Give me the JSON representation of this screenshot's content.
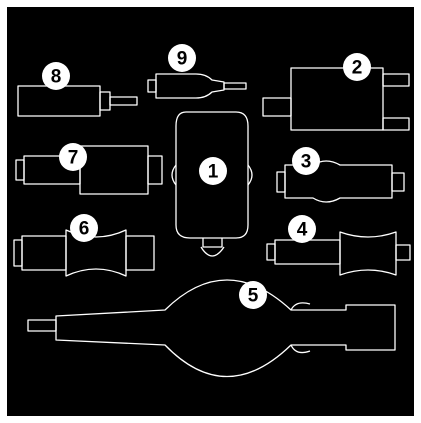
{
  "colors": {
    "background": "#000000",
    "outline": "#ffffff",
    "badge_fill": "#ffffff",
    "badge_text": "#000000",
    "border": "#ffffff"
  },
  "items": [
    {
      "id": "car-charger",
      "label": "1"
    },
    {
      "id": "adapter-2",
      "label": "2"
    },
    {
      "id": "adapter-3",
      "label": "3"
    },
    {
      "id": "adapter-4",
      "label": "4"
    },
    {
      "id": "retractable-cable",
      "label": "5"
    },
    {
      "id": "adapter-6",
      "label": "6"
    },
    {
      "id": "adapter-7",
      "label": "7"
    },
    {
      "id": "adapter-8",
      "label": "8"
    },
    {
      "id": "adapter-9",
      "label": "9"
    }
  ]
}
